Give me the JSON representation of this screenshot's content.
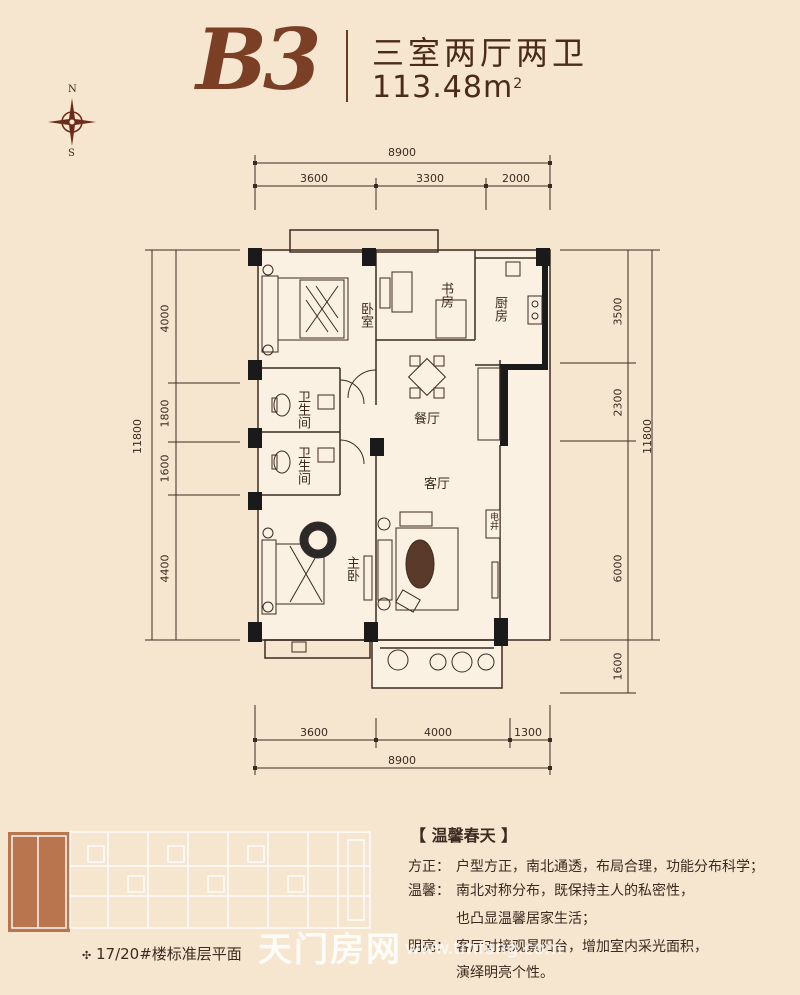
{
  "header": {
    "unit_code": "B3",
    "layout_type": "三室两厅两卫",
    "area_value": "113.48m",
    "area_unit_sup": "2"
  },
  "compass": {
    "north": "N",
    "south": "S"
  },
  "dimensions": {
    "top_total": "8900",
    "top_segments": [
      "3600",
      "3300",
      "2000"
    ],
    "bottom_segments": [
      "3600",
      "4000",
      "1300"
    ],
    "bottom_total": "8900",
    "left_total": "11800",
    "left_segments": [
      "4000",
      "1800",
      "1600",
      "4400"
    ],
    "right_total": "11800",
    "right_segments": [
      "3500",
      "2300",
      "6000",
      "1600"
    ]
  },
  "rooms": {
    "bedroom": "卧室",
    "study": "书房",
    "kitchen": "厨房",
    "bathroom1": "卫生间",
    "bathroom2": "卫生间",
    "dining": "餐厅",
    "living": "客厅",
    "master_bedroom": "主卧",
    "cabinet": "电井"
  },
  "features": {
    "heading": "【 温馨春天 】",
    "items": [
      {
        "label": "方正：",
        "lines": [
          "户型方正，南北通透，布局合理，功能分布科学；"
        ]
      },
      {
        "label": "温馨：",
        "lines": [
          "南北对称分布，既保持主人的私密性，",
          "也凸显温馨居家生活；"
        ]
      },
      {
        "label": "明亮：",
        "lines": [
          "客厅对接观景阳台，增加室内采光面积，",
          "演绎明亮个性。"
        ]
      }
    ]
  },
  "floor_plan_caption": "17/20#楼标准层平面",
  "watermark": {
    "text": "天门房网",
    "url": "www.tmfang.com"
  },
  "colors": {
    "background": "#f6e6cf",
    "title_brown": "#7a3f25",
    "wall": "#1a1a1a",
    "highlight_unit": "#b8754e",
    "keyplan_line": "#ffffff"
  }
}
